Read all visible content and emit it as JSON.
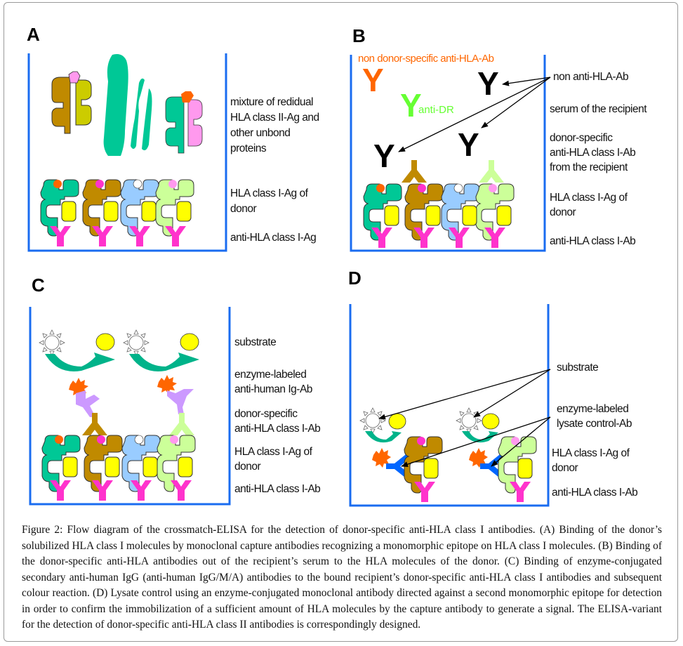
{
  "figure": {
    "panels": [
      {
        "id": "A",
        "label": "A",
        "annotations": [
          {
            "key": "mixture",
            "lines": [
              "mixture of redidual",
              "HLA class II-Ag and",
              "other unbond",
              "proteins"
            ]
          },
          {
            "key": "hla_ag",
            "lines": [
              "HLA class I-Ag of",
              "donor"
            ]
          },
          {
            "key": "capture",
            "lines": [
              "anti-HLA class I-Ag"
            ]
          }
        ]
      },
      {
        "id": "B",
        "label": "B",
        "inline_labels": {
          "non_donor_specific": "non donor-specific anti-HLA-Ab",
          "anti_dr": "anti-DR"
        },
        "annotations": [
          {
            "key": "non_anti_hla",
            "lines": [
              "non anti-HLA-Ab"
            ]
          },
          {
            "key": "serum",
            "lines": [
              "serum of the recipient"
            ]
          },
          {
            "key": "donor_specific",
            "lines": [
              "donor-specific",
              "anti-HLA class I-Ab",
              "from the recipient"
            ]
          },
          {
            "key": "hla_ag",
            "lines": [
              "HLA class I-Ag of",
              "donor"
            ]
          },
          {
            "key": "capture",
            "lines": [
              "anti-HLA class I-Ab"
            ]
          }
        ]
      },
      {
        "id": "C",
        "label": "C",
        "annotations": [
          {
            "key": "substrate",
            "lines": [
              "substrate"
            ]
          },
          {
            "key": "enzyme_ab",
            "lines": [
              "enzyme-labeled",
              "anti-human Ig-Ab"
            ]
          },
          {
            "key": "donor_specific",
            "lines": [
              "donor-specific",
              "anti-HLA class I-Ab"
            ]
          },
          {
            "key": "hla_ag",
            "lines": [
              "HLA class I-Ag of",
              "donor"
            ]
          },
          {
            "key": "capture",
            "lines": [
              "anti-HLA class I-Ab"
            ]
          }
        ]
      },
      {
        "id": "D",
        "label": "D",
        "annotations": [
          {
            "key": "substrate",
            "lines": [
              "substrate"
            ]
          },
          {
            "key": "enzyme_ctrl",
            "lines": [
              "enzyme-labeled",
              "lysate control-Ab"
            ]
          },
          {
            "key": "hla_ag",
            "lines": [
              "HLA class I-Ag of",
              "donor"
            ]
          },
          {
            "key": "capture",
            "lines": [
              "anti-HLA class I-Ab"
            ]
          }
        ]
      }
    ],
    "colors": {
      "well": "#1a6cf0",
      "capture_ab": "#ff33cc",
      "hla_teal": "#00c896",
      "hla_brown": "#c08a00",
      "hla_blue": "#99ccff",
      "hla_lightgreen": "#ccff99",
      "b2m_yellow": "#ffff00",
      "peptide_orange": "#ff6600",
      "peptide_magenta": "#ff33cc",
      "peptide_pink": "#ff99ee",
      "non_donor_ab": "#ff6600",
      "anti_dr": "#66ff33",
      "enzyme_ab_lilac": "#cc99ff",
      "control_ab_blue": "#0066ff",
      "arrow_teal": "#00b38a"
    }
  },
  "caption": {
    "lead": "Figure 2: Flow diagram of the crossmatch-ELISA for the detection of donor-specific anti-HLA class I antibodies.",
    "body": " (A) Binding of the donor’s solubilized HLA class I molecules by monoclonal capture antibodies recognizing a monomorphic epitope on HLA class I molecules. (B) Binding of the donor-specific anti-HLA antibodies out of the recipient’s serum to the HLA molecules of the donor. (C) Binding of enzyme-conjugated secondary anti-human IgG (anti-human IgG/M/A) antibodies to the bound recipient’s donor-specific anti-HLA class I antibodies and subsequent colour reaction. (D) Lysate control using an enzyme-conjugated monoclonal antibody directed against a second monomorphic epitope for detection in order to confirm the immobilization of a sufficient amount of HLA molecules by the capture antibody to generate a signal. The ELISA-variant for the detection of donor-specific anti-HLA class II antibodies is correspondingly designed."
  }
}
